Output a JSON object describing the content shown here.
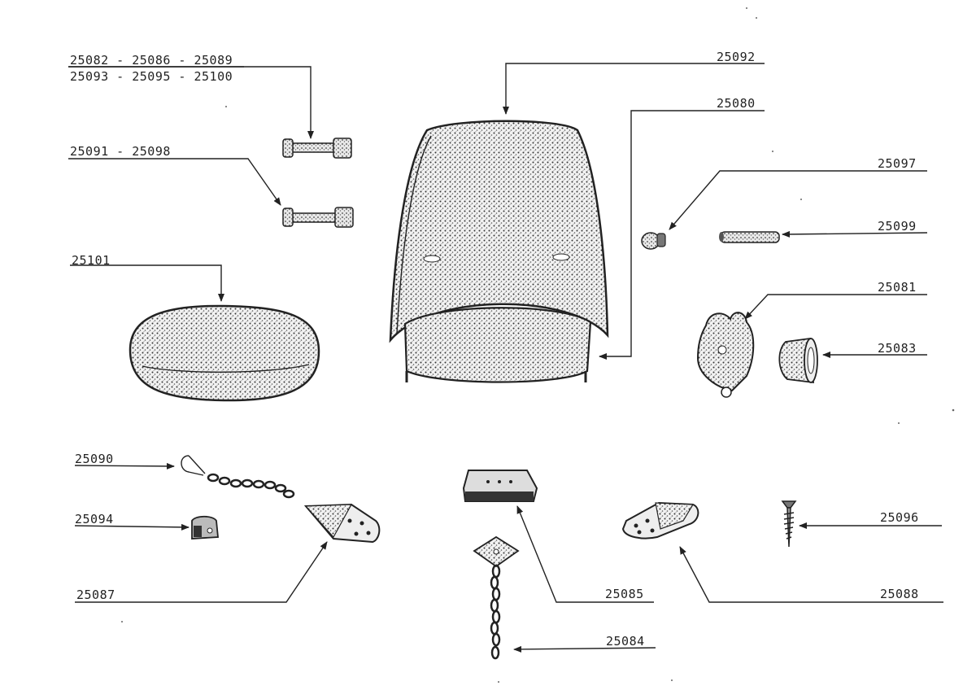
{
  "labels": {
    "l25082": "25082 - 25086 - 25089",
    "l25093": "25093 - 25095 - 25100",
    "l25091": "25091 - 25098",
    "l25101": "25101",
    "l25092": "25092",
    "l25080": "25080",
    "l25097": "25097",
    "l25099": "25099",
    "l25081": "25081",
    "l25083": "25083",
    "l25090": "25090",
    "l25094": "25094",
    "l25087": "25087",
    "l25085": "25085",
    "l25084": "25084",
    "l25096": "25096",
    "l25088": "25088"
  },
  "colors": {
    "ink": "#222222",
    "fill": "#d8d8d8",
    "dark": "#555555"
  }
}
